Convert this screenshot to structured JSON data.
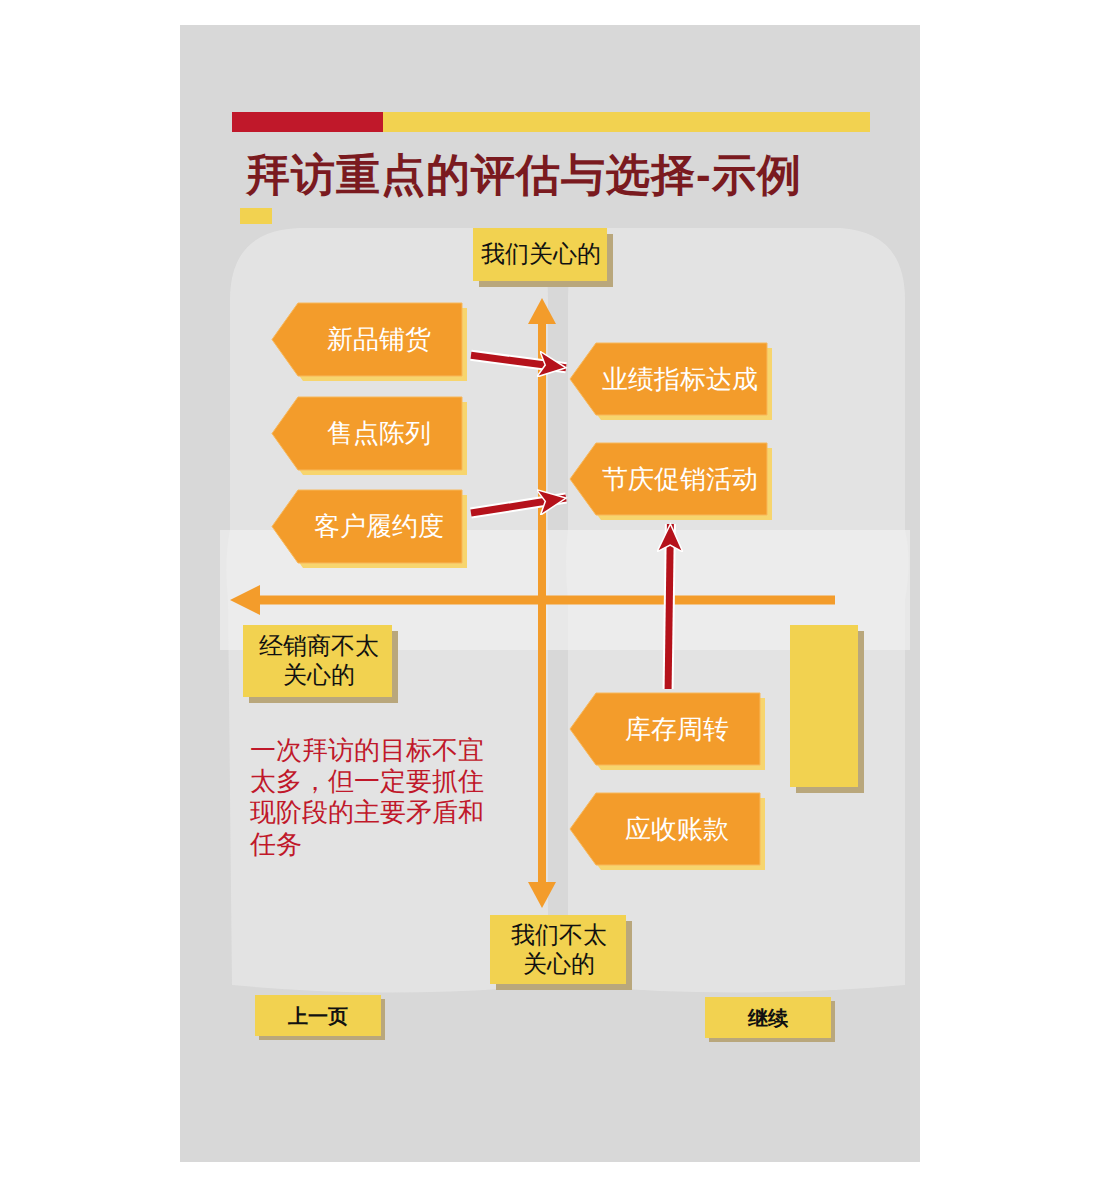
{
  "diagram": {
    "title": "拜访重点的评估与选择-示例",
    "nodes": [
      {
        "text": [
          "我们关心的"
        ]
      },
      {
        "text": [
          "新品铺货"
        ]
      },
      {
        "text": [
          "业绩指标达成"
        ]
      },
      {
        "text": [
          "售点陈列"
        ]
      },
      {
        "text": [
          "节庆促销活动"
        ]
      },
      {
        "text": [
          "客户履约度"
        ]
      },
      {
        "text": [
          "经销商不太 关心的"
        ]
      },
      {
        "text": [
          "库存周转"
        ]
      },
      {
        "text": [
          "应收账款"
        ]
      },
      {
        "text": [
          "我们不太 关心的"
        ]
      },
      {
        "text": [
          "上一页"
        ]
      },
      {
        "text": [
          "继续"
        ]
      }
    ],
    "edges": [
      {
        "from": 1,
        "to": 2,
        "arrow": "to"
      },
      {
        "from": 5,
        "to": 4,
        "arrow": "to"
      },
      {
        "from": 7,
        "to": 4,
        "arrow": "to"
      }
    ],
    "labels": [
      "一次拜访的目标不宜 太多，但一定要抓住 现阶段的主要矛盾和 任务"
    ]
  }
}
